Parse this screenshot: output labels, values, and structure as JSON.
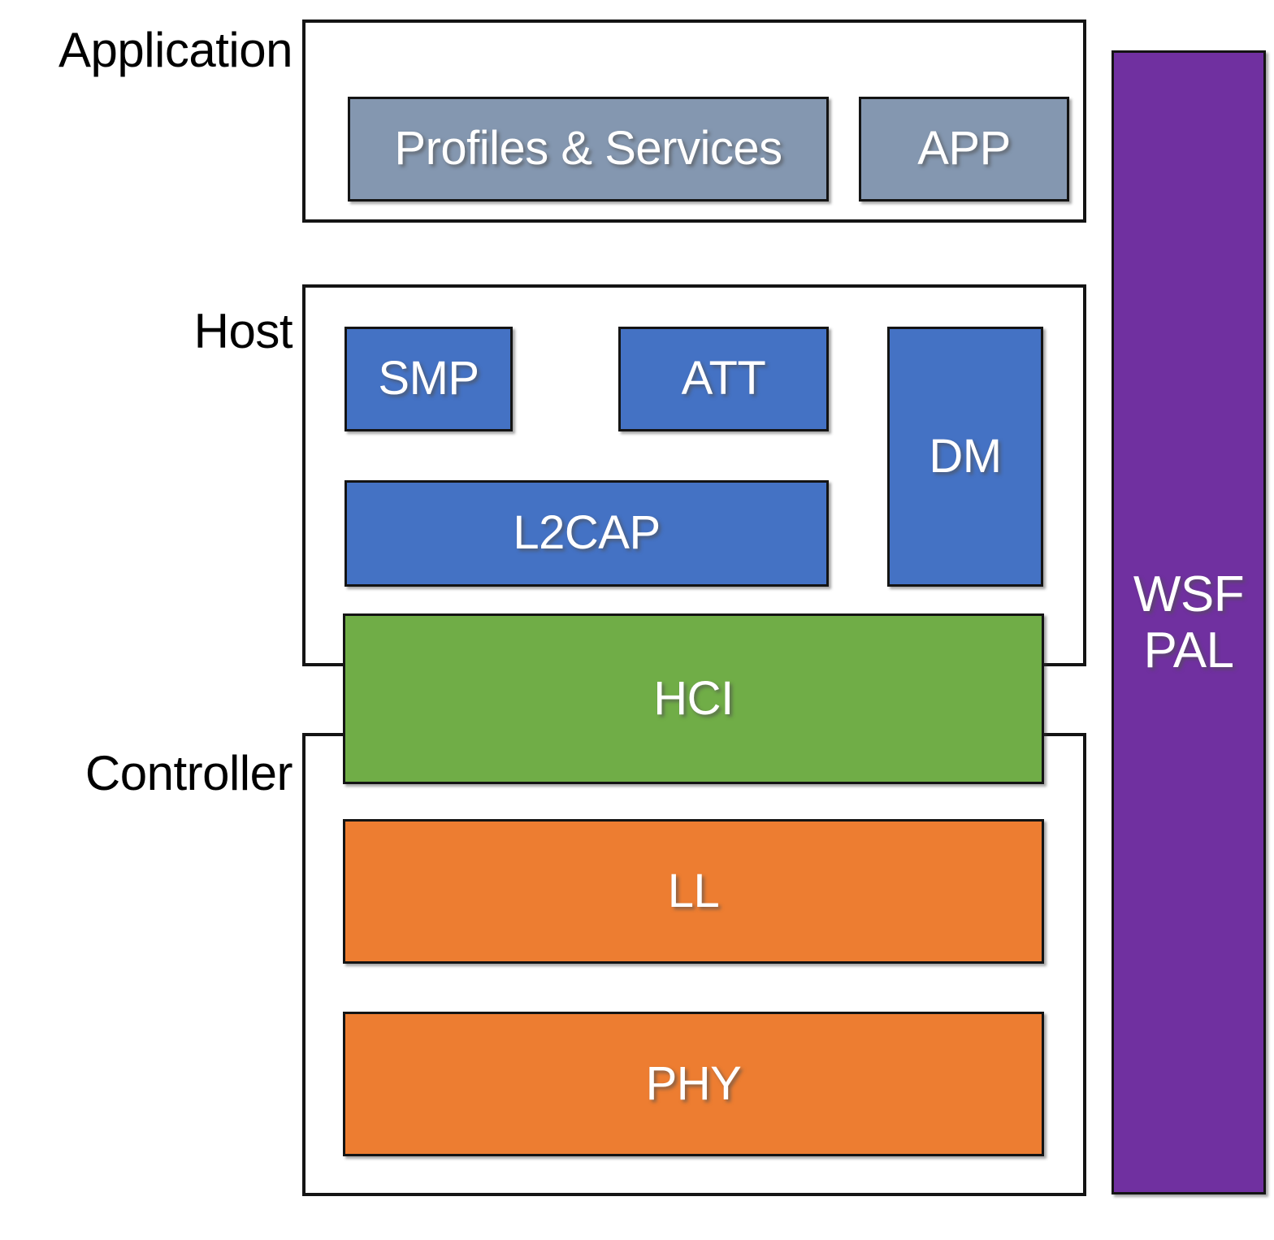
{
  "diagram": {
    "title_implied": "Bluetooth LE Protocol Stack",
    "tiers": [
      {
        "id": "application",
        "label": "Application"
      },
      {
        "id": "host",
        "label": "Host"
      },
      {
        "id": "controller",
        "label": "Controller"
      }
    ],
    "blocks": {
      "profiles_services": "Profiles & Services",
      "app": "APP",
      "smp": "SMP",
      "att": "ATT",
      "dm": "DM",
      "l2cap": "L2CAP",
      "hci": "HCI",
      "ll": "LL",
      "phy": "PHY",
      "wsf_line1": "WSF",
      "wsf_line2": "PAL"
    },
    "colors": {
      "application_block": "#8497B0",
      "host_block": "#4472C4",
      "hci_block": "#70AD47",
      "controller_block": "#ED7D31",
      "wsf_pal_block": "#7030A0",
      "outline": "#141414",
      "text_on_block": "#FFFFFF",
      "tier_label": "#000000",
      "background": "#FFFFFF"
    }
  }
}
